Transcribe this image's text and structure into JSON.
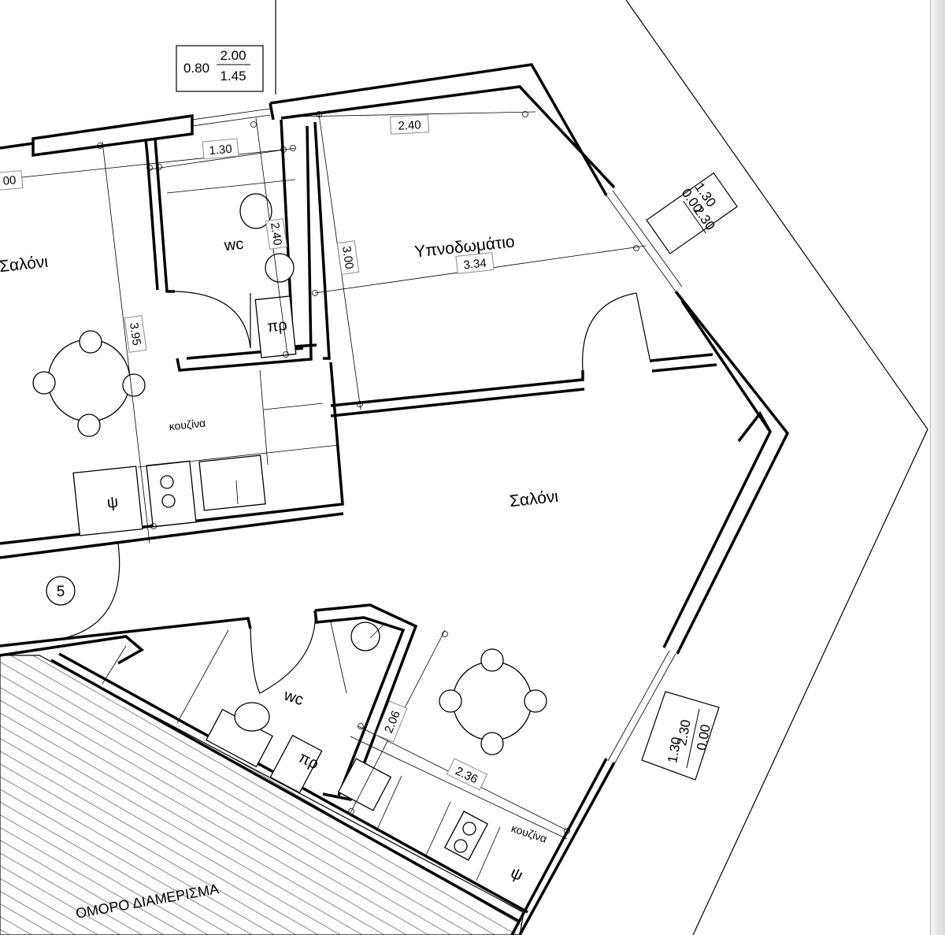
{
  "rooms": {
    "saloni_top": "Σαλόνι",
    "saloni_main": "Σαλόνι",
    "wc_top": "wc",
    "wc_bottom": "wc",
    "ypnodomatio": "Υπνοδωμάτιο",
    "kouzina_top": "κουζίνα",
    "kouzina_bottom": "κουζίνα",
    "pr_top": "πρ",
    "pr_bottom": "πρ",
    "psi_top": "ψ",
    "psi_bottom": "ψ",
    "neighbor": "ΟΜΟΡΟ ΔΙΑΜΕΡΙΣΜΑ"
  },
  "unit_marker": "5",
  "dimensions": {
    "d_2_40": "2.40",
    "d_1_30": "1.30",
    "d_00": "00",
    "d_2_40_vert": "2.40",
    "d_3_00": "3.00",
    "d_3_34": "3.34",
    "d_3_95": "3.95",
    "d_2_06": "2.06",
    "d_2_36": "2.36"
  },
  "windows": {
    "top": {
      "sill": "0.80",
      "width": "2.00",
      "height": "1.45"
    },
    "right_upper": {
      "sill": "1.30",
      "width": "2.30",
      "height": "0.00"
    },
    "right_lower": {
      "sill": "1.30",
      "width": "2.30",
      "height": "0.00"
    }
  }
}
